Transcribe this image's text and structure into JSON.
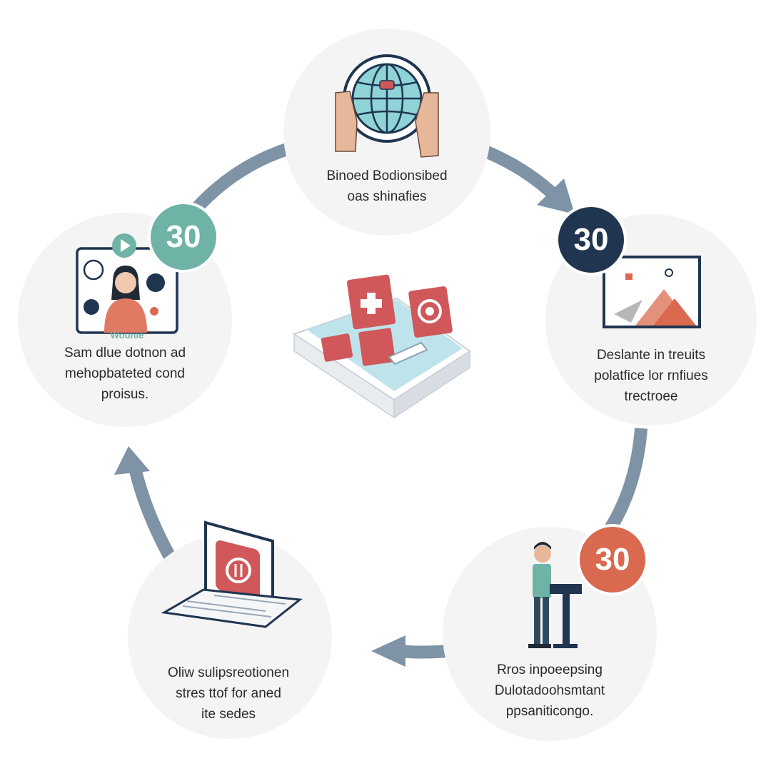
{
  "colors": {
    "arrow": "#7f93a6",
    "badge_teal": "#6fb3a6",
    "badge_navy": "#1f3550",
    "badge_coral": "#d9694f",
    "card_red": "#d0575a",
    "node_bg": "#f5f5f5"
  },
  "nodes": [
    {
      "id": "top",
      "icon": "globe-hands-icon",
      "lines": [
        "Binoed Bodionsibed",
        "oas shinafies"
      ]
    },
    {
      "id": "right",
      "icon": "image-frame-icon",
      "badge": "30",
      "badge_color": "#1f3550",
      "lines": [
        "Deslante  in treuits",
        "polatfice lor rnfiues",
        "trectroee"
      ]
    },
    {
      "id": "bottom-right",
      "icon": "speaker-podium-icon",
      "badge": "30",
      "badge_color": "#d9694f",
      "lines": [
        "Rros inpoeepsing",
        "Dulotadoohsmtant",
        "ppsaniticongo."
      ]
    },
    {
      "id": "bottom-left",
      "icon": "laptop-icon",
      "lines": [
        "Oliw sulipsreotionen",
        "stres ttof for aned",
        "ite sedes"
      ]
    },
    {
      "id": "left",
      "icon": "person-screen-icon",
      "badge": "30",
      "badge_color": "#6fb3a6",
      "screen_caption": "Wounie",
      "lines": [
        "Sam dlue dotnon ad",
        "mehopbateted cond",
        "proisus."
      ]
    }
  ],
  "center": {
    "icon": "book-with-cards-icon"
  }
}
